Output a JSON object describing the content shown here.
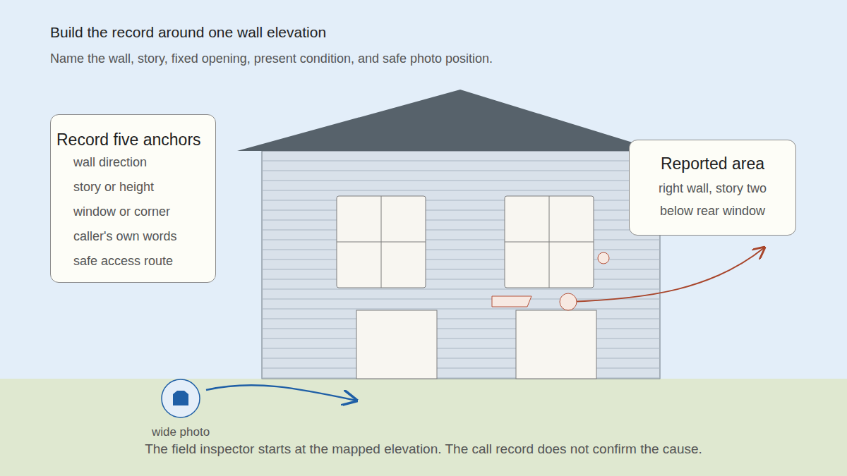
{
  "diagram": {
    "title": "Build the record around one wall elevation",
    "caption": "The field inspector starts at the mapped elevation. The call record does not confirm the cause.",
    "nodes": [
      {
        "text": [
          "Record five anchors",
          "wall direction",
          "story or height",
          "window or corner",
          "caller's own words",
          "safe access route"
        ]
      },
      {
        "text": [
          "Reported area",
          "right wall, story two below rear window"
        ]
      },
      {
        "text": [
          "wide photo"
        ]
      }
    ],
    "labels": [
      "Name the wall, story, fixed opening, present condition, and safe photo position."
    ]
  }
}
